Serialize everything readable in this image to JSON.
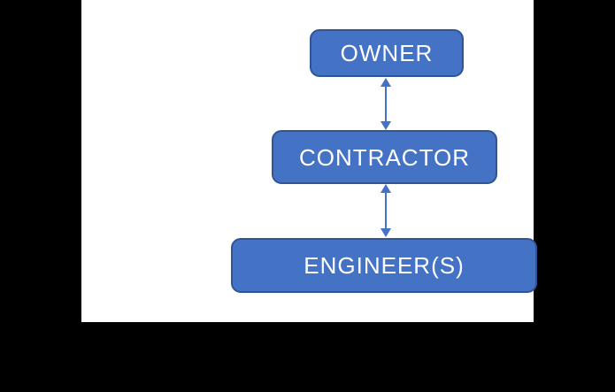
{
  "diagram": {
    "nodes": [
      {
        "id": "owner",
        "label": "OWNER"
      },
      {
        "id": "contractor",
        "label": "CONTRACTOR"
      },
      {
        "id": "engineers",
        "label": "ENGINEER(S)"
      }
    ],
    "connections": [
      {
        "from": "OWNER",
        "to": "CONTRACTOR",
        "type": "double-headed-vertical-arrow"
      },
      {
        "from": "CONTRACTOR",
        "to": "ENGINEER(S)",
        "type": "double-headed-vertical-arrow"
      }
    ]
  },
  "colors": {
    "page-bg": "#000000",
    "slide-bg": "#FFFFFF",
    "node-fill": "#4472C4",
    "node-border": "#2F5597",
    "node-text": "#FFFFFF",
    "arrow": "#4472C4"
  }
}
